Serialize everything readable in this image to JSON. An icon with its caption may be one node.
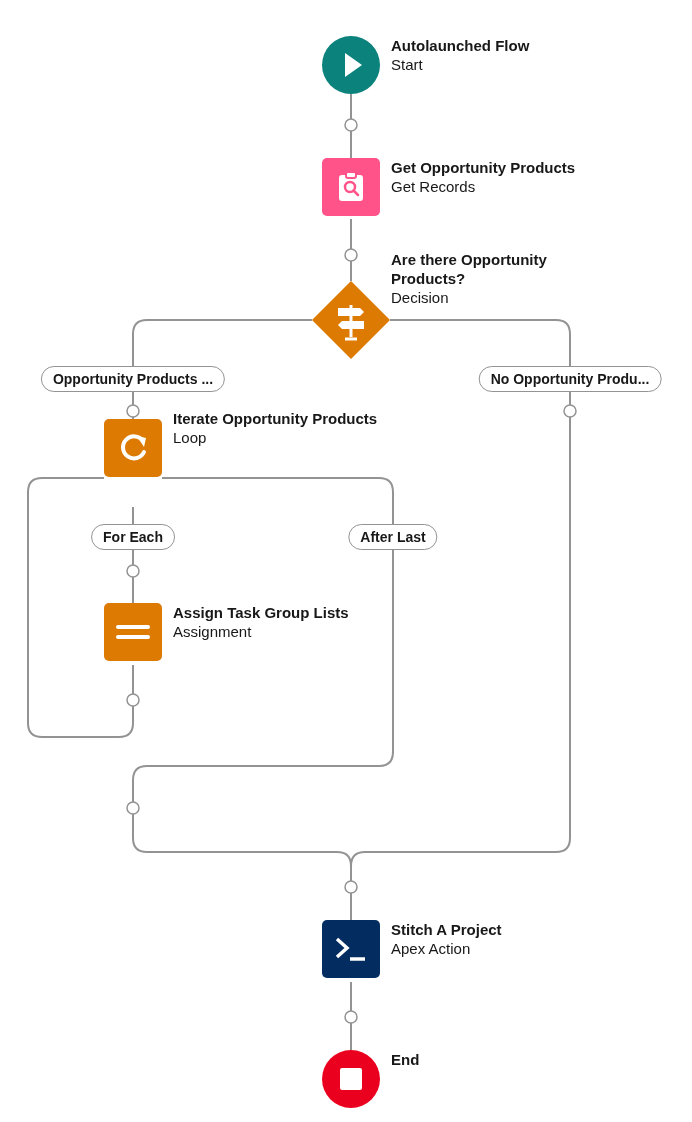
{
  "diagram": {
    "nodes": [
      {
        "text": [
          "Autolaunched Flow",
          "Start"
        ]
      },
      {
        "text": [
          "Get Opportunity Products",
          "Get Records"
        ]
      },
      {
        "text": [
          "Are there Opportunity Products?",
          "Decision"
        ]
      },
      {
        "text": [
          "Iterate Opportunity Products",
          "Loop"
        ]
      },
      {
        "text": [
          "Assign Task Group Lists",
          "Assignment"
        ]
      },
      {
        "text": [
          "Stitch A Project",
          "Apex Action"
        ]
      },
      {
        "text": [
          "End"
        ]
      }
    ],
    "edges": [
      {
        "from": 0,
        "to": 1,
        "arrow": "none"
      },
      {
        "from": 1,
        "to": 2,
        "arrow": "none"
      },
      {
        "from": 2,
        "to": 3,
        "arrow": "none",
        "label": "Opportunity Products ..."
      },
      {
        "from": 2,
        "to": 5,
        "arrow": "none",
        "label": "No Opportunity Produ..."
      },
      {
        "from": 3,
        "to": 4,
        "arrow": "none",
        "label": "For Each"
      },
      {
        "from": 4,
        "to": 3,
        "arrow": "none"
      },
      {
        "from": 3,
        "to": 5,
        "arrow": "none",
        "label": "After Last"
      },
      {
        "from": 5,
        "to": 6,
        "arrow": "none"
      }
    ]
  }
}
